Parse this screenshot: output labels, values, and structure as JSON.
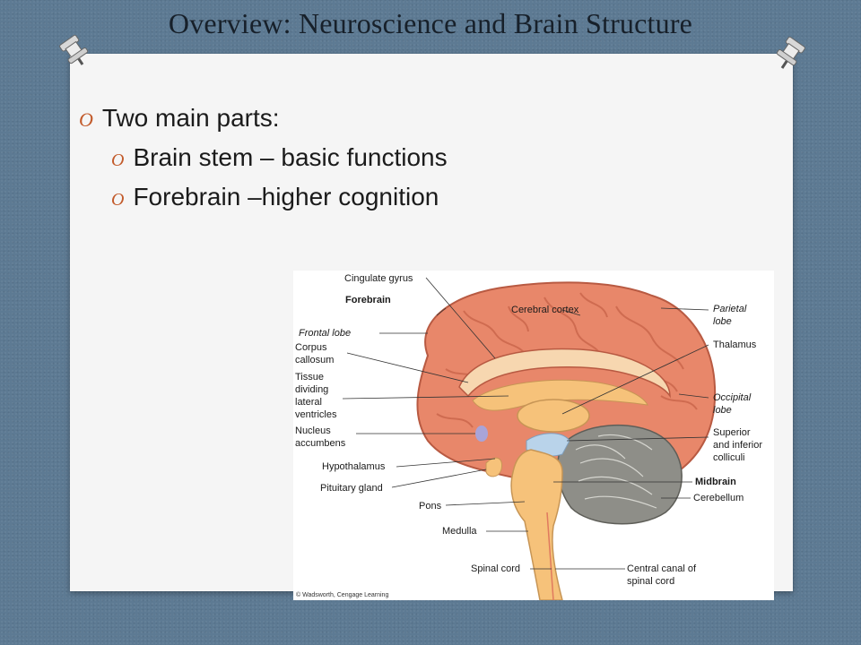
{
  "slide": {
    "title": "Overview: Neuroscience and Brain Structure",
    "bullets": [
      {
        "text": "Two main parts:",
        "marker": "O"
      },
      {
        "text": "Brain stem – basic functions",
        "marker": "O"
      },
      {
        "text": "Forebrain –higher cognition",
        "marker": "O"
      }
    ]
  },
  "figure": {
    "labels": {
      "cingulate_gyrus": "Cingulate gyrus",
      "forebrain": "Forebrain",
      "cerebral_cortex": "Cerebral cortex",
      "frontal_lobe": "Frontal lobe",
      "parietal_1": "Parietal",
      "parietal_2": "lobe",
      "corpus_1": "Corpus",
      "corpus_2": "callosum",
      "thalamus": "Thalamus",
      "tissue_1": "Tissue",
      "tissue_2": "dividing",
      "tissue_3": "lateral",
      "tissue_4": "ventricles",
      "occipital_1": "Occipital",
      "occipital_2": "lobe",
      "nucleus_1": "Nucleus",
      "nucleus_2": "accumbens",
      "colliculi_1": "Superior",
      "colliculi_2": "and inferior",
      "colliculi_3": "colliculi",
      "hypothalamus": "Hypothalamus",
      "midbrain": "Midbrain",
      "pituitary": "Pituitary gland",
      "cerebellum": "Cerebellum",
      "pons": "Pons",
      "medulla": "Medulla",
      "spinal_cord": "Spinal cord",
      "canal_1": "Central canal of",
      "canal_2": "spinal cord",
      "credit": "© Wadsworth, Cengage Learning"
    }
  },
  "colors": {
    "background": "#5d7a93",
    "card": "#f5f5f5",
    "bullet_marker": "#c25a2a",
    "cortex": "#e8876a",
    "brainstem": "#f6c27a",
    "cerebellum": "#8e8e88",
    "midbrain": "#b9d3ea"
  }
}
